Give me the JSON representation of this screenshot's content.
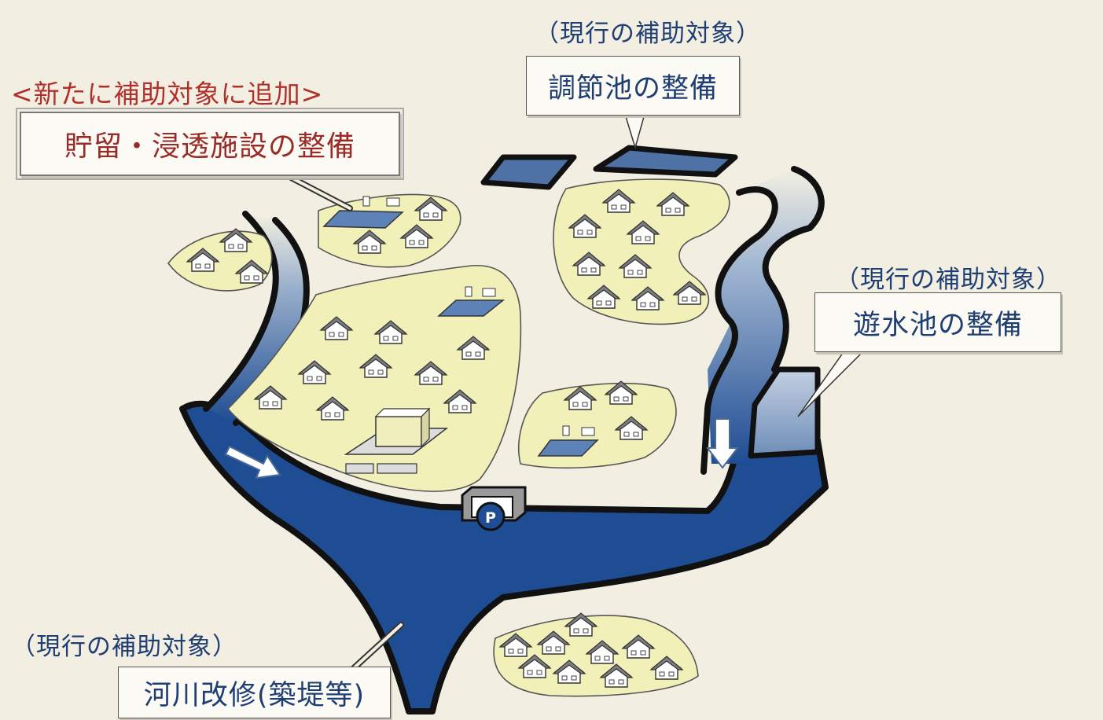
{
  "labels": {
    "new_heading": "<新たに補助対象に追加>",
    "storage_facility": "貯留・浸透施設の整備",
    "current_top": "（現行の補助対象）",
    "regulating_pond": "調節池の整備",
    "current_right": "（現行の補助対象）",
    "detention_pond": "遊水池の整備",
    "current_bottom": "（現行の補助対象）",
    "river_improvement": "河川改修(築堤等)"
  },
  "pump_label": "P",
  "colors": {
    "river": "#1f4d93",
    "river_light": "#9ab0cc",
    "land": "#f1f0b8",
    "house_roof": "#7b7d7f",
    "house_wall": "#ffffff",
    "pond": "#5c82b8",
    "background": "#f2efe2",
    "accent_red": "#b0302c",
    "accent_blue": "#1f3f73"
  }
}
